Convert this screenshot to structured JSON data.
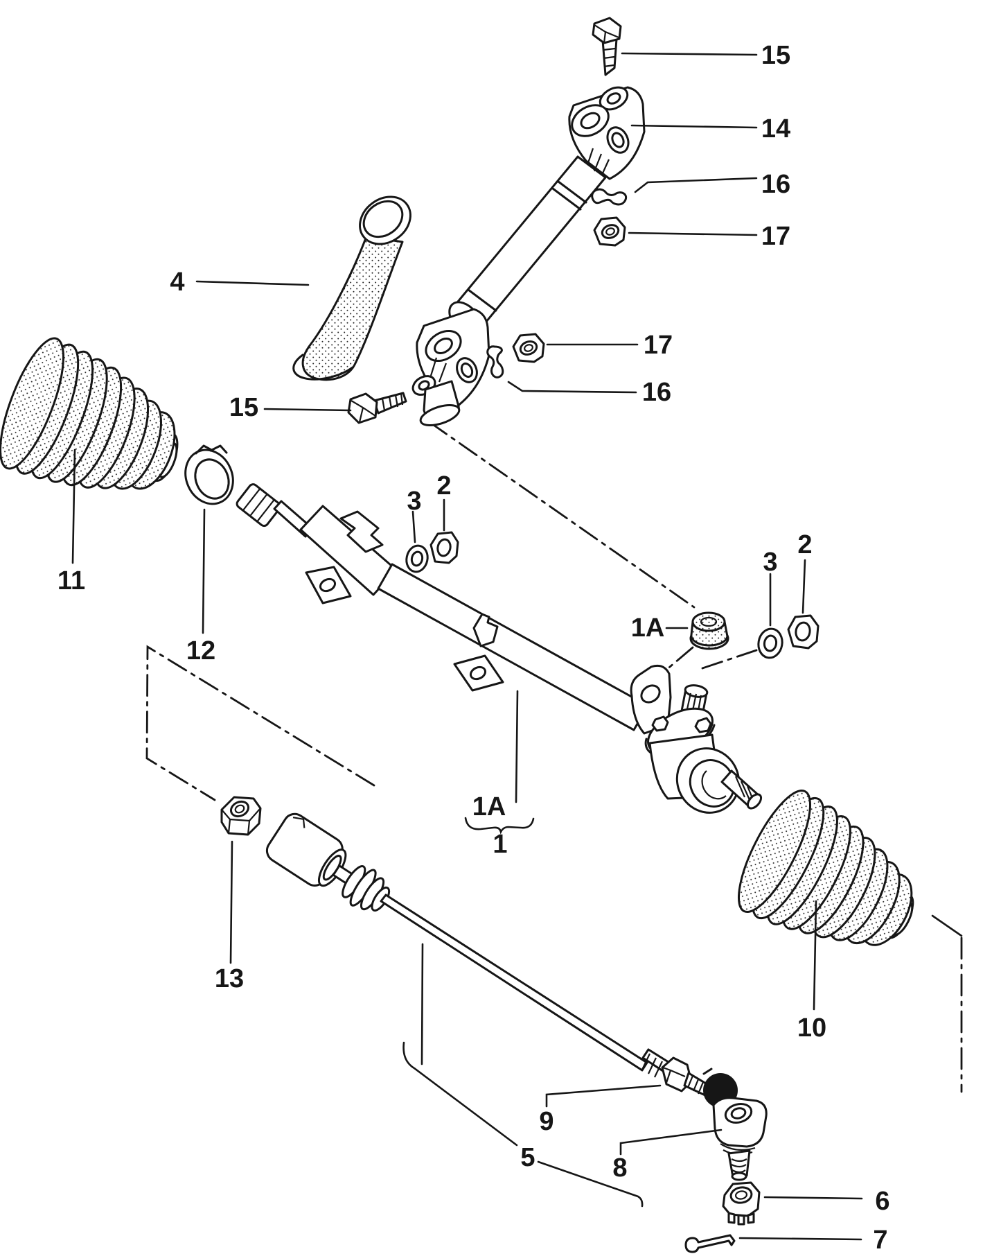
{
  "diagram": {
    "background_color": "#ffffff",
    "line_color": "#161616",
    "kind": "exploded-parts-diagram",
    "subject": "rack-and-pinion steering gear with steering column joint, boots and tie rod"
  },
  "callouts": [
    {
      "id": "bolt-upper",
      "label": "15"
    },
    {
      "id": "universal-joint",
      "label": "14"
    },
    {
      "id": "clip-upper",
      "label": "16"
    },
    {
      "id": "nut-upper",
      "label": "17"
    },
    {
      "id": "nut-mid",
      "label": "17"
    },
    {
      "id": "clip-mid",
      "label": "16"
    },
    {
      "id": "cover",
      "label": "4"
    },
    {
      "id": "bolt-lower",
      "label": "15"
    },
    {
      "id": "boot-left",
      "label": "11"
    },
    {
      "id": "clamp",
      "label": "12"
    },
    {
      "id": "washer-left",
      "label": "3"
    },
    {
      "id": "nut-left",
      "label": "2"
    },
    {
      "id": "grommet",
      "label": "1A"
    },
    {
      "id": "washer-right",
      "label": "3"
    },
    {
      "id": "nut-right",
      "label": "2"
    },
    {
      "id": "housing-grommet-ref",
      "label": "1A"
    },
    {
      "id": "steering-gear",
      "label": "1"
    },
    {
      "id": "tie-rod-nut",
      "label": "13"
    },
    {
      "id": "boot-right",
      "label": "10"
    },
    {
      "id": "adjusting-sleeve",
      "label": "9"
    },
    {
      "id": "tie-rod",
      "label": "5"
    },
    {
      "id": "tie-rod-end",
      "label": "8"
    },
    {
      "id": "castle-nut",
      "label": "6"
    },
    {
      "id": "cotter-pin",
      "label": "7"
    }
  ]
}
